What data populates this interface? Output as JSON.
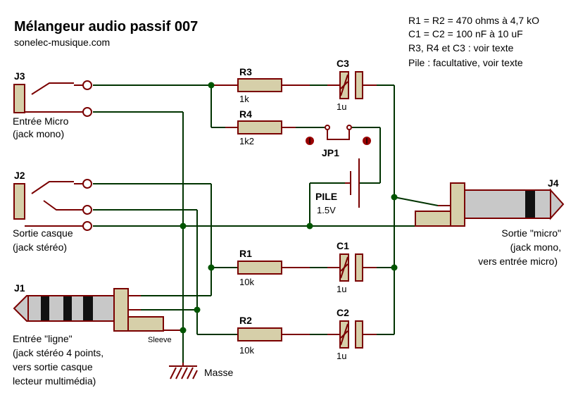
{
  "header": {
    "title": "Mélangeur audio passif 007",
    "site": "sonelec-musique.com"
  },
  "notes": [
    "R1 = R2 = 470 ohms à 4,7 kO",
    "C1 = C2 = 100 nF à 10 uF",
    "R3, R4 et C3 : voir texte",
    "Pile : facultative, voir texte"
  ],
  "components": {
    "R3": {
      "ref": "R3",
      "value": "1k"
    },
    "R4": {
      "ref": "R4",
      "value": "1k2"
    },
    "R1": {
      "ref": "R1",
      "value": "10k"
    },
    "R2": {
      "ref": "R2",
      "value": "10k"
    },
    "C3": {
      "ref": "C3",
      "value": "1u"
    },
    "C1": {
      "ref": "C1",
      "value": "1u"
    },
    "C2": {
      "ref": "C2",
      "value": "1u"
    },
    "JP1": {
      "ref": "JP1"
    },
    "PILE": {
      "ref": "PILE",
      "value": "1.5V"
    }
  },
  "jacks": {
    "J3": {
      "ref": "J3",
      "desc": [
        "Entrée Micro",
        "(jack mono)"
      ]
    },
    "J2": {
      "ref": "J2",
      "desc": [
        "Sortie casque",
        "(jack stéréo)"
      ]
    },
    "J1": {
      "ref": "J1",
      "desc": [
        "Entrée \"ligne\"",
        "(jack stéréo 4 points,",
        "vers sortie casque",
        "lecteur multimédia)"
      ],
      "pin": "Sleeve"
    },
    "J4": {
      "ref": "J4",
      "desc": [
        "Sortie \"micro\"",
        "(jack mono,",
        "vers entrée micro)"
      ]
    }
  },
  "ground": {
    "label": "Masse"
  },
  "colors": {
    "wire": "#003300",
    "lead": "#7a0000",
    "body": "#d6cfa9",
    "plug_dark": "#111111",
    "plug_light": "#c8c8c8",
    "node": "#005500",
    "jumper_pin": "#990000"
  }
}
